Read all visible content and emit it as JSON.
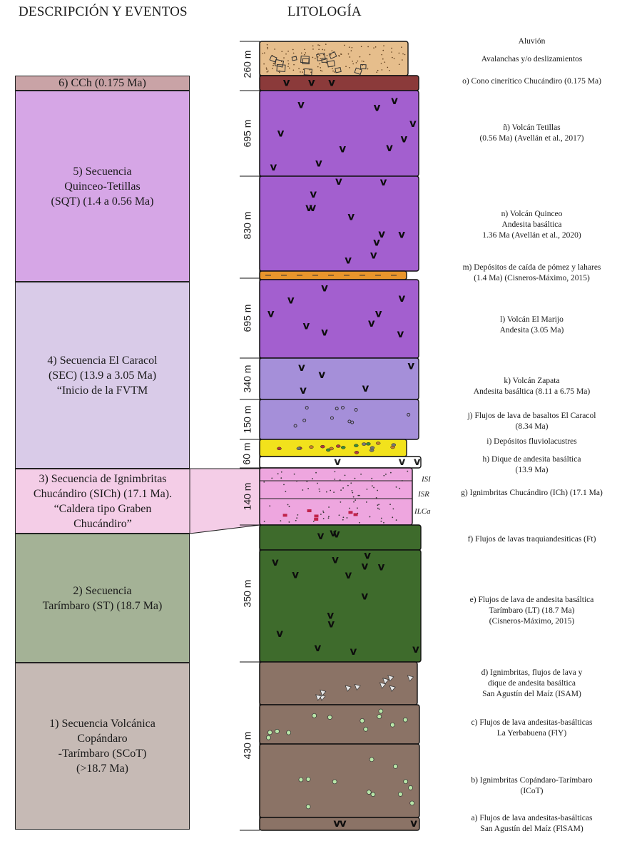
{
  "headers": {
    "left": "DESCRIPCIÓN Y EVENTOS",
    "right": "LITOLOGÍA"
  },
  "sequences": [
    {
      "text": "6) CCh (0.175 Ma)",
      "color": "#c9a3a6"
    },
    {
      "text": "5) Secuencia\nQuinceo-Tetillas\n(SQT) (1.4 a 0.56 Ma)",
      "color": "#d6a6e6"
    },
    {
      "text": "4) Secuencia El Caracol\n(SEC) (13.9 a 3.05 Ma)\n“Inicio de la FVTM",
      "color": "#d9cbe8"
    },
    {
      "text": "3) Secuencia de Ignimbritas\nChucándiro (SICh) (17.1 Ma).\n“Caldera tipo Graben\nChucándiro”",
      "color": "#f4cde7"
    },
    {
      "text": "2) Secuencia\nTarímbaro (ST) (18.7 Ma)",
      "color": "#a4b296"
    },
    {
      "text": "1) Secuencia Volcánica\nCopándaro\n-Tarímbaro (SCoT)\n(>18.7 Ma)",
      "color": "#c6bab5"
    }
  ],
  "thicknesses": [
    "260 m",
    "695 m",
    "830 m",
    "695 m",
    "340 m",
    "150 m",
    "60 m",
    "140 m",
    "350 m",
    "430 m"
  ],
  "labels": [
    "Aluvión",
    "Avalanchas y/o deslizamientos",
    "o) Cono cinerítico Chucándiro (0.175 Ma)",
    "ñ) Volcán Tetillas\n(0.56 Ma) (Avellán et al., 2017)",
    "n) Volcán Quinceo\nAndesita basáltica\n1.36 Ma (Avellán et al., 2020)",
    "m) Depósitos de caída de pómez y lahares\n(1.4 Ma) (Cisneros-Máximo, 2015)",
    "l) Volcán El Marijo\nAndesita (3.05 Ma)",
    "k) Volcán Zapata\nAndesita basáltica (8.11 a 6.75 Ma)",
    "j) Flujos de lava de basaltos El Caracol\n(8.34 Ma)",
    "i) Depósitos fluviolacustres",
    "h) Dique de andesita basáltica\n(13.9 Ma)",
    "g) Ignimbritas Chucándiro (ICh) (17.1 Ma)",
    "f) Flujos de lavas traquiandesiticas (Ft)",
    "e) Flujos de lava de andesita basáltica\nTarímbaro (LT) (18.7 Ma)\n(Cisneros-Máximo, 2015)",
    "d) Ignimbritas, flujos de lava y\ndique de andesita basáltica\nSan Agustín del Maíz (ISAM)",
    "c) Flujos de lava andesitas-basálticas\nLa Yerbabuena (FlY)",
    "b) Ignimbritas Copándaro-Tarímbaro\n(ICoT)",
    "a) Flujos de lava andesitas-basálticas\nSan Agustín del Maíz (FlSAM)"
  ],
  "ignimbrite_units": [
    "ISI",
    "ISR",
    "ILCa"
  ],
  "layer_colors": {
    "aluvion": "#e6be8c",
    "cono": "#8b3a3a",
    "tetillas": "#a35fcf",
    "quinceo": "#a35fcf",
    "pomez": "#e8952c",
    "marijo": "#a35fcf",
    "zapata": "#a58fd9",
    "caracol": "#a58fd9",
    "fluvio": "#f2e21c",
    "dique": "#ffffff",
    "ignimbrita": "#eea6df",
    "traqui": "#3e6b2c",
    "tarimbaro": "#3e6b2c",
    "isam": "#8b7366",
    "yerbabuena": "#8b7366",
    "icot": "#8b7366",
    "flsam": "#8b7366"
  }
}
